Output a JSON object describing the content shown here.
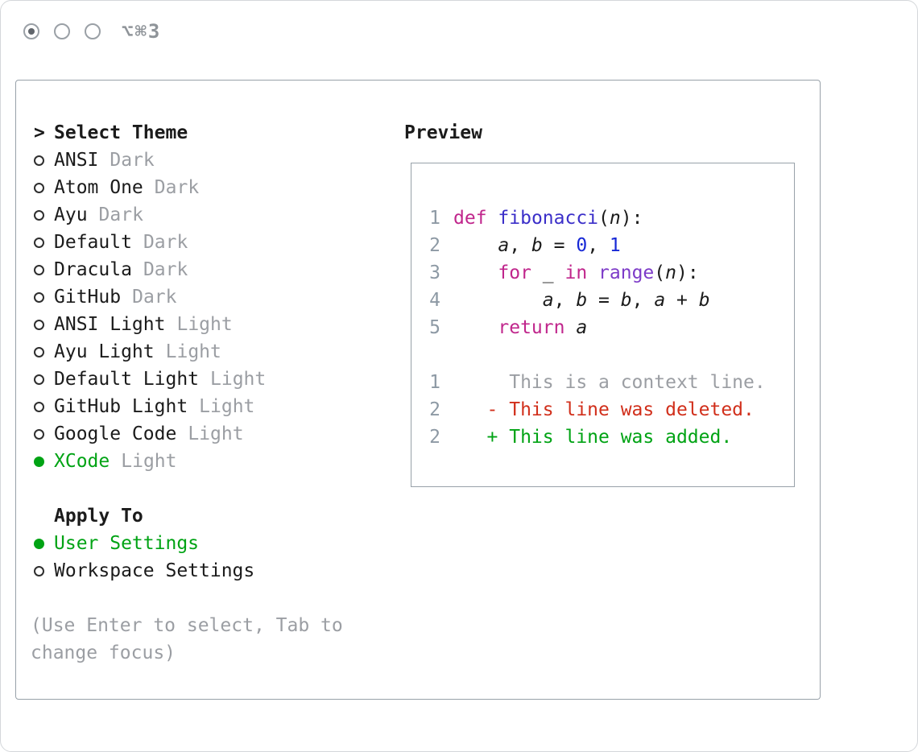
{
  "window": {
    "shortcut": "⌥⌘3"
  },
  "theme_panel": {
    "title": "Select Theme",
    "title_prefix": ">",
    "themes": [
      {
        "name": "ANSI",
        "variant": "Dark",
        "selected": false
      },
      {
        "name": "Atom One",
        "variant": "Dark",
        "selected": false
      },
      {
        "name": "Ayu",
        "variant": "Dark",
        "selected": false
      },
      {
        "name": "Default",
        "variant": "Dark",
        "selected": false
      },
      {
        "name": "Dracula",
        "variant": "Dark",
        "selected": false
      },
      {
        "name": "GitHub",
        "variant": "Dark",
        "selected": false
      },
      {
        "name": "ANSI Light",
        "variant": "Light",
        "selected": false
      },
      {
        "name": "Ayu Light",
        "variant": "Light",
        "selected": false
      },
      {
        "name": "Default Light",
        "variant": "Light",
        "selected": false
      },
      {
        "name": "GitHub Light",
        "variant": "Light",
        "selected": false
      },
      {
        "name": "Google Code",
        "variant": "Light",
        "selected": false
      },
      {
        "name": "XCode",
        "variant": "Light",
        "selected": true
      }
    ],
    "apply_to": {
      "title": "Apply To",
      "options": [
        {
          "label": "User Settings",
          "selected": true
        },
        {
          "label": "Workspace Settings",
          "selected": false
        }
      ]
    },
    "hint": "(Use Enter to select, Tab to change focus)"
  },
  "preview": {
    "title": "Preview",
    "code_lines": [
      {
        "num": "1",
        "segments": [
          {
            "t": "def",
            "s": "kw"
          },
          {
            "t": " ",
            "s": "pl"
          },
          {
            "t": "fibonacci",
            "s": "fn"
          },
          {
            "t": "(",
            "s": "pl"
          },
          {
            "t": "n",
            "s": "var"
          },
          {
            "t": "):",
            "s": "pl"
          }
        ]
      },
      {
        "num": "2",
        "segments": [
          {
            "t": "    ",
            "s": "pl"
          },
          {
            "t": "a",
            "s": "var"
          },
          {
            "t": ", ",
            "s": "pl"
          },
          {
            "t": "b",
            "s": "var"
          },
          {
            "t": " = ",
            "s": "pl"
          },
          {
            "t": "0",
            "s": "num"
          },
          {
            "t": ", ",
            "s": "pl"
          },
          {
            "t": "1",
            "s": "num"
          }
        ]
      },
      {
        "num": "3",
        "segments": [
          {
            "t": "    ",
            "s": "pl"
          },
          {
            "t": "for",
            "s": "kw"
          },
          {
            "t": " _ ",
            "s": "pl"
          },
          {
            "t": "in",
            "s": "kw"
          },
          {
            "t": " ",
            "s": "pl"
          },
          {
            "t": "range",
            "s": "builtin"
          },
          {
            "t": "(",
            "s": "pl"
          },
          {
            "t": "n",
            "s": "var"
          },
          {
            "t": "):",
            "s": "pl"
          }
        ]
      },
      {
        "num": "4",
        "segments": [
          {
            "t": "        ",
            "s": "pl"
          },
          {
            "t": "a",
            "s": "var"
          },
          {
            "t": ", ",
            "s": "pl"
          },
          {
            "t": "b",
            "s": "var"
          },
          {
            "t": " = ",
            "s": "pl"
          },
          {
            "t": "b",
            "s": "var"
          },
          {
            "t": ", ",
            "s": "pl"
          },
          {
            "t": "a",
            "s": "var"
          },
          {
            "t": " + ",
            "s": "pl"
          },
          {
            "t": "b",
            "s": "var"
          }
        ]
      },
      {
        "num": "5",
        "segments": [
          {
            "t": "    ",
            "s": "pl"
          },
          {
            "t": "return",
            "s": "kw"
          },
          {
            "t": " ",
            "s": "pl"
          },
          {
            "t": "a",
            "s": "var"
          }
        ]
      }
    ],
    "diff_lines": [
      {
        "num": "1",
        "segments": [
          {
            "t": "     This is a context line.",
            "s": "ctx"
          }
        ]
      },
      {
        "num": "2",
        "segments": [
          {
            "t": "   - This line was deleted.",
            "s": "del"
          }
        ]
      },
      {
        "num": "2",
        "segments": [
          {
            "t": "   + This line was added.",
            "s": "add"
          }
        ]
      }
    ]
  },
  "colors": {
    "fg": "#1b1b1b",
    "muted": "#9b9ea3",
    "green": "#00a314",
    "keyword": "#c0268c",
    "function": "#3b2fc9",
    "number": "#1728d6",
    "builtin": "#7d3bc8",
    "deleted": "#d12f1b",
    "added": "#00a314",
    "context": "#9b9ea3",
    "line_number": "#8d99a4",
    "border": "#98a1a9"
  }
}
